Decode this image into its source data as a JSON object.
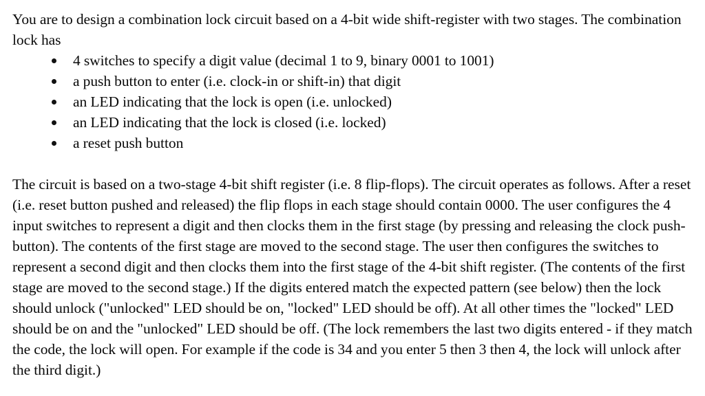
{
  "document": {
    "intro_paragraph": "You are to design a combination lock circuit based on a 4-bit wide shift-register with two stages. The combination lock has",
    "feature_list": [
      "4 switches to specify a digit value (decimal 1 to 9, binary 0001 to 1001)",
      "a push button to enter (i.e. clock-in or shift-in) that digit",
      "an LED indicating that the lock is open (i.e. unlocked)",
      "an LED indicating that the lock is closed (i.e. locked)",
      "a reset push button"
    ],
    "body_paragraph": "The circuit is based on a two-stage 4-bit shift register (i.e. 8 flip-flops). The circuit operates as follows. After a reset (i.e. reset button pushed and released) the flip flops in each stage should contain 0000. The user configures the 4 input switches to represent a digit and then clocks them in the first stage (by pressing and releasing the clock push-button). The contents of the first stage are moved to the second stage. The user then configures the switches to represent a second digit and then clocks them into the first stage of the 4-bit shift register. (The contents of the first stage are moved to the second stage.) If the digits entered match the expected pattern (see below) then the lock should unlock (\"unlocked\" LED should be on, \"locked\" LED should be off). At all other times the \"locked\" LED should be on and the \"unlocked\" LED should be off. (The lock remembers the last two digits entered - if they match the code, the lock will open. For example if the code is 34 and you enter 5 then 3 then 4, the lock will unlock after the third digit.)"
  },
  "style": {
    "text_color": "#0a0a0a",
    "background_color": "#ffffff",
    "bullet_color": "#111111"
  }
}
